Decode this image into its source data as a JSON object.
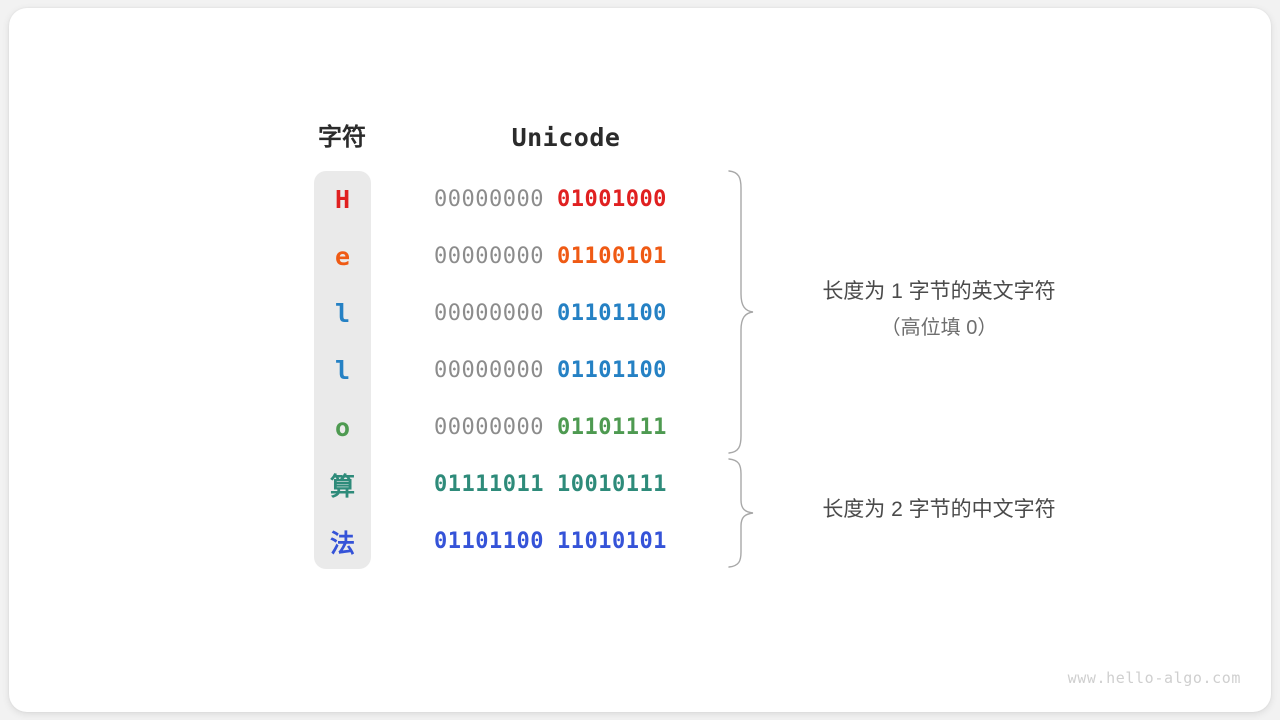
{
  "page": {
    "background_color": "#f2f2f2",
    "card_color": "#ffffff"
  },
  "headers": {
    "character": "字符",
    "unicode": "Unicode"
  },
  "colors": {
    "red": "#e02020",
    "orange": "#ef5a14",
    "blue": "#2581c4",
    "green": "#4e9a51",
    "teal": "#2e8b7a",
    "indigo": "#3553d8",
    "pad_gray": "#8c8c8c",
    "column_bg": "#eaeaea",
    "text_dark": "#2b2b2b",
    "annotation_gray": "#4a4a4a",
    "watermark_gray": "#cfcfcf"
  },
  "rows": [
    {
      "char": "H",
      "char_color": "#e02020",
      "byte_hi": "00000000",
      "byte_lo": "01001000",
      "hi_is_padding": true,
      "lo_color": "#e02020"
    },
    {
      "char": "e",
      "char_color": "#ef5a14",
      "byte_hi": "00000000",
      "byte_lo": "01100101",
      "hi_is_padding": true,
      "lo_color": "#ef5a14"
    },
    {
      "char": "l",
      "char_color": "#2581c4",
      "byte_hi": "00000000",
      "byte_lo": "01101100",
      "hi_is_padding": true,
      "lo_color": "#2581c4"
    },
    {
      "char": "l",
      "char_color": "#2581c4",
      "byte_hi": "00000000",
      "byte_lo": "01101100",
      "hi_is_padding": true,
      "lo_color": "#2581c4"
    },
    {
      "char": "o",
      "char_color": "#4e9a51",
      "byte_hi": "00000000",
      "byte_lo": "01101111",
      "hi_is_padding": true,
      "lo_color": "#4e9a51"
    },
    {
      "char": "算",
      "char_color": "#2e8b7a",
      "byte_hi": "01111011",
      "byte_lo": "10010111",
      "hi_is_padding": false,
      "lo_color": "#2e8b7a"
    },
    {
      "char": "法",
      "char_color": "#3553d8",
      "byte_hi": "01101100",
      "byte_lo": "11010101",
      "hi_is_padding": false,
      "lo_color": "#3553d8"
    }
  ],
  "annotations": {
    "english": {
      "main": "长度为 1 字节的英文字符",
      "sub": "（高位填 0）"
    },
    "chinese": {
      "main": "长度为 2 字节的中文字符"
    }
  },
  "watermark": "www.hello-algo.com"
}
